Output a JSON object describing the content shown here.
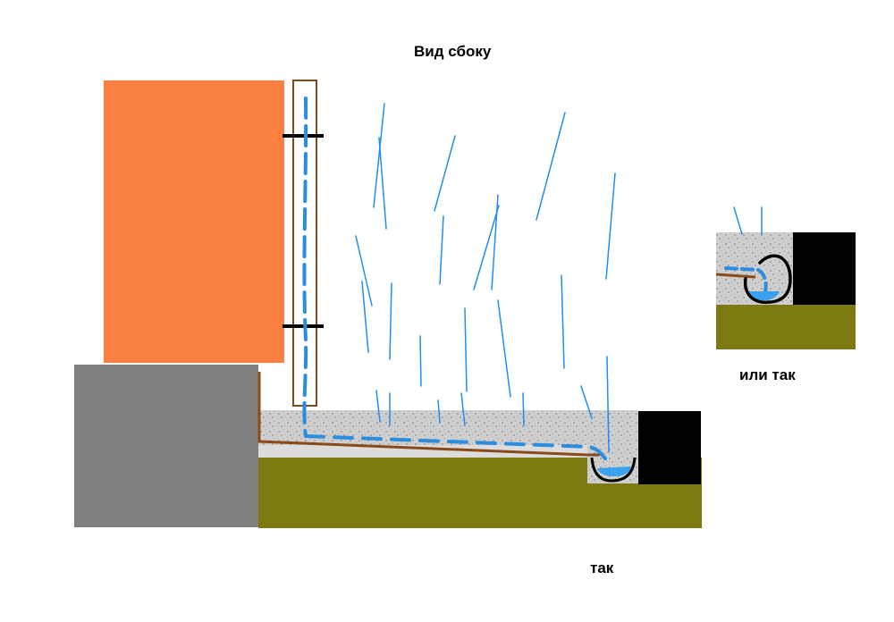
{
  "labels": {
    "title": "Вид сбоку",
    "caption_main": "так",
    "caption_alt": "или так"
  },
  "colors": {
    "wall": "#f98040",
    "foundation": "#808080",
    "soil": "#7c7a10",
    "gravel": "#cfcfcf",
    "curb": "#000000",
    "downpipe_outline": "#7a4a17",
    "brackets": "#000000",
    "membrane": "#8b4a1a",
    "water": "#2a8de0",
    "rain": "#1f8ef0",
    "gutter": "#000000"
  },
  "icons": {
    "rain": "rain-streaks",
    "downpipe": "downpipe-outline",
    "gutter": "drain-channel"
  }
}
